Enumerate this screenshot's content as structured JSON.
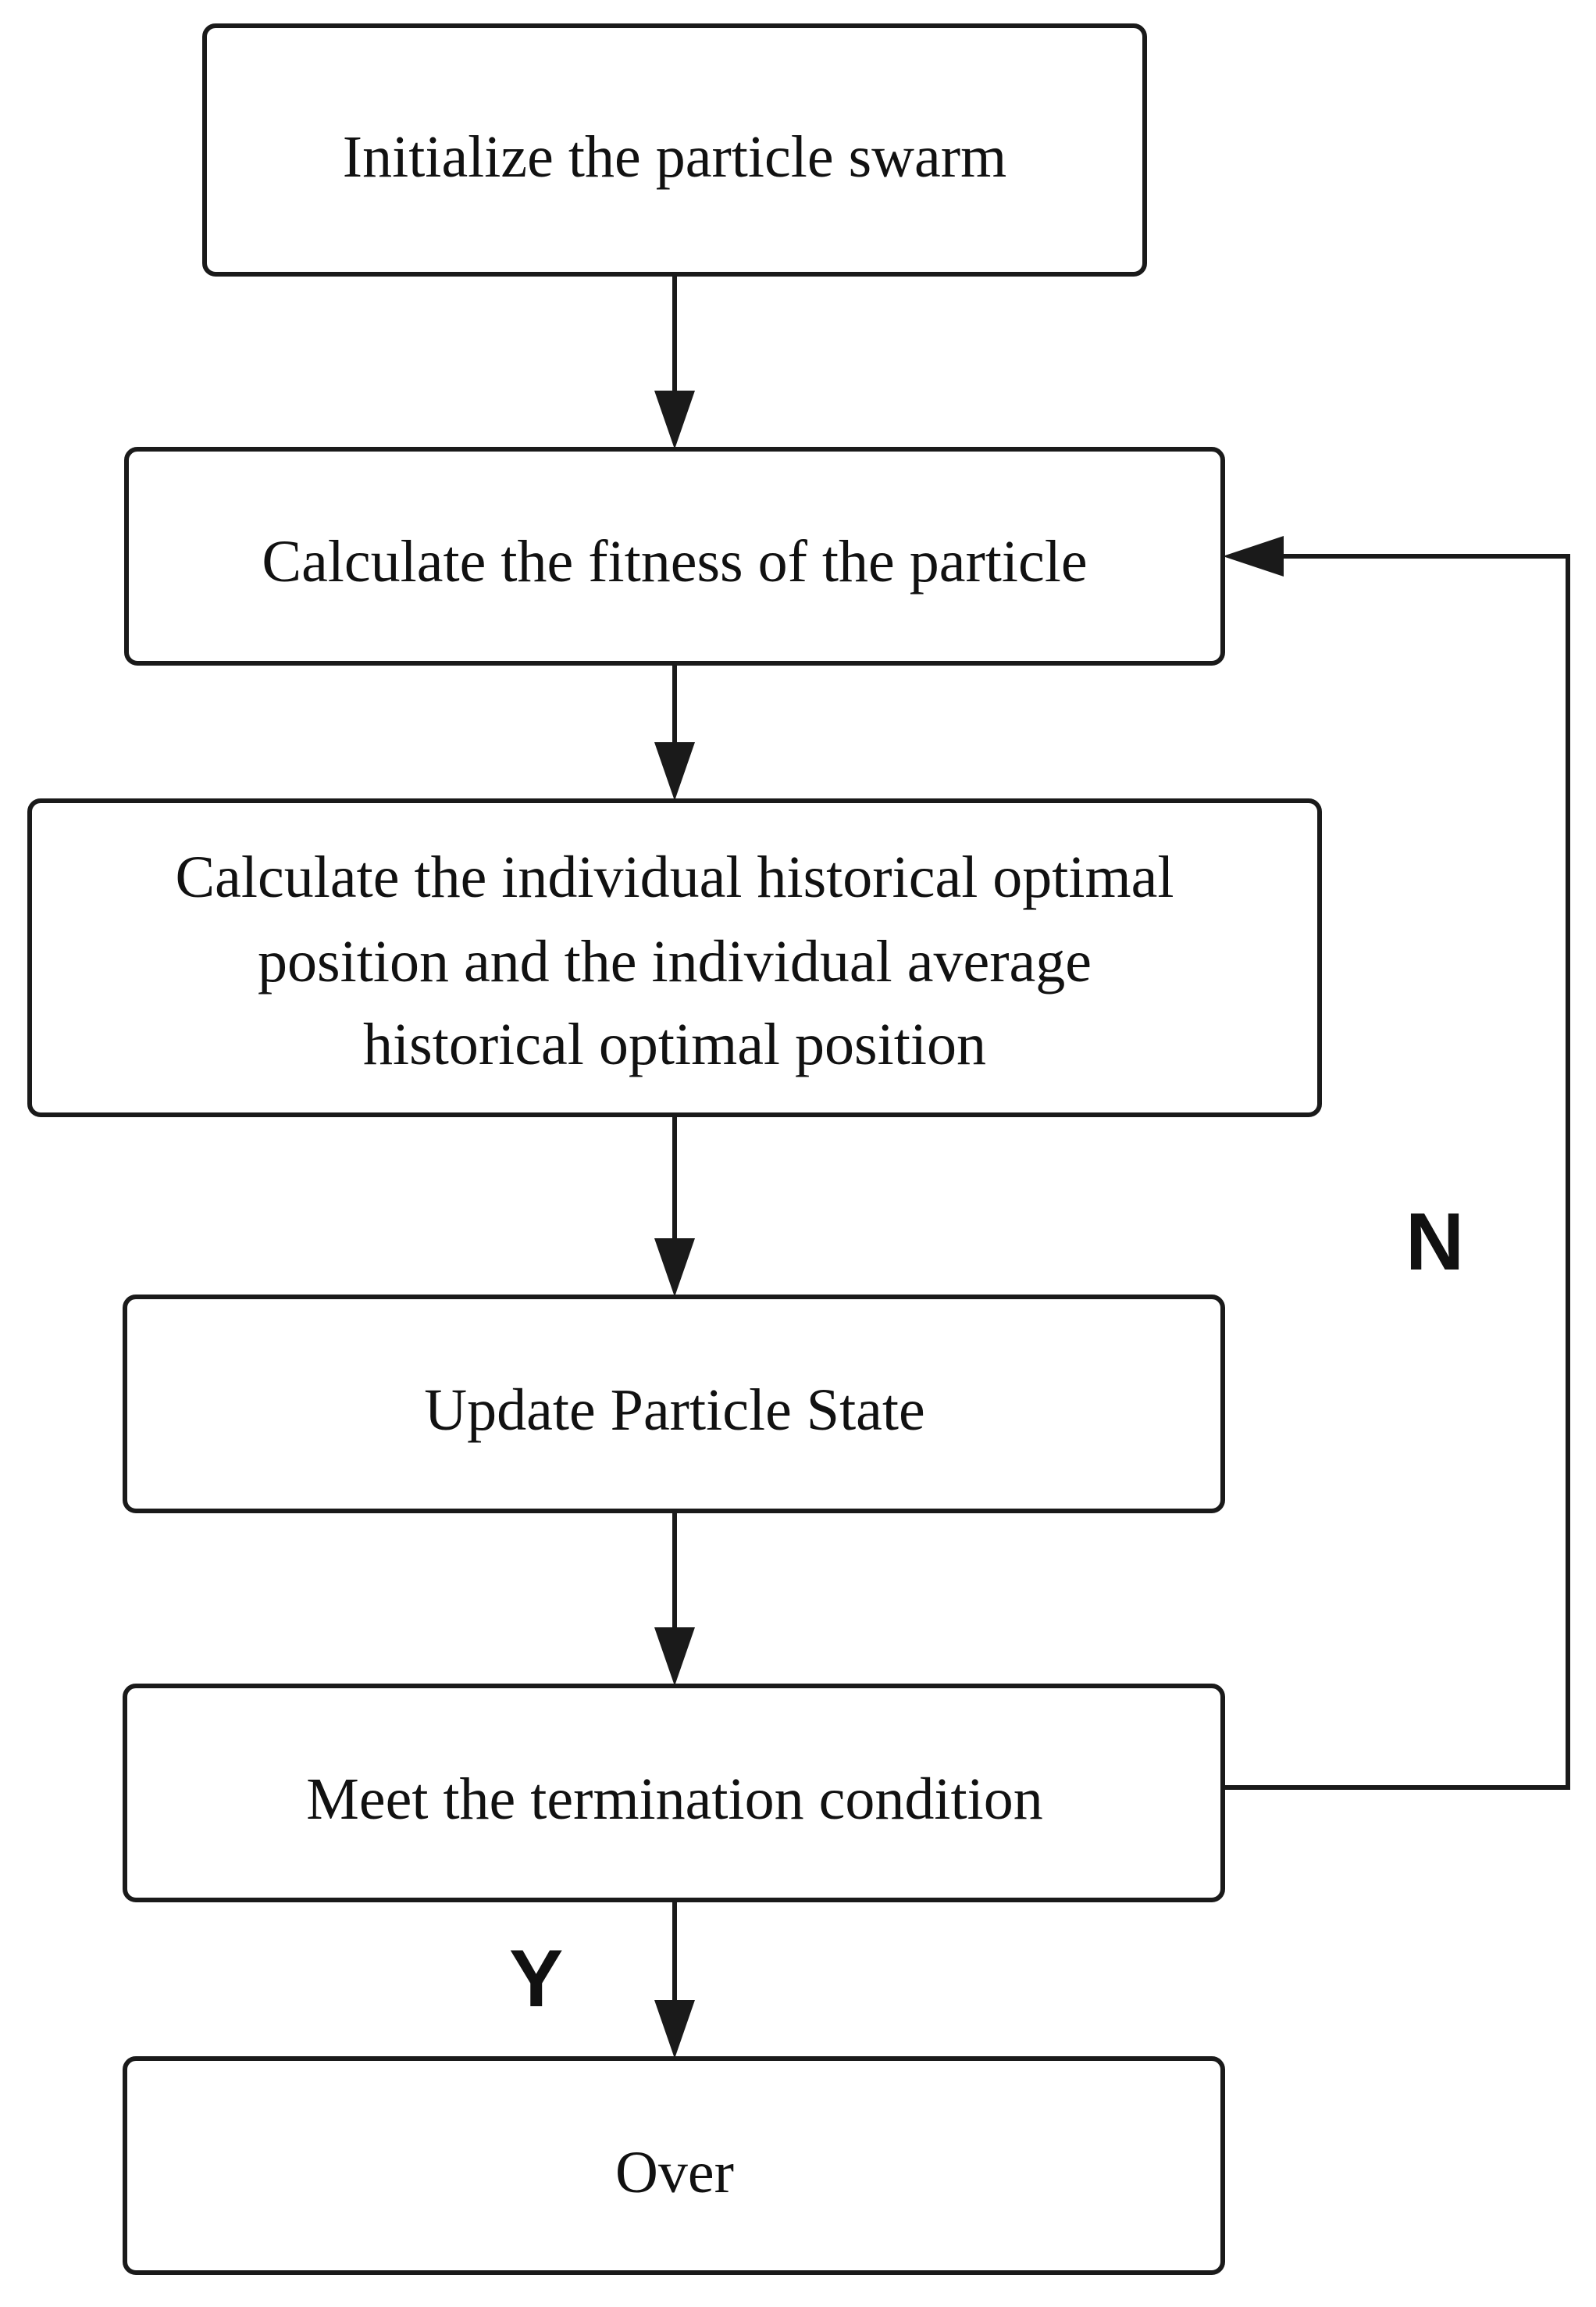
{
  "nodes": [
    {
      "id": "init",
      "lines": [
        "Initialize the particle swarm"
      ]
    },
    {
      "id": "fitness",
      "lines": [
        "Calculate the fitness of the particle"
      ]
    },
    {
      "id": "optimal",
      "lines": [
        "Calculate the individual historical optimal",
        "position and the individual average",
        "historical optimal position"
      ]
    },
    {
      "id": "update",
      "lines": [
        "Update Particle State"
      ]
    },
    {
      "id": "termination",
      "lines": [
        "Meet the termination condition"
      ]
    },
    {
      "id": "over",
      "lines": [
        "Over"
      ]
    }
  ],
  "edges": [
    {
      "from": "init",
      "to": "fitness",
      "label": ""
    },
    {
      "from": "fitness",
      "to": "optimal",
      "label": ""
    },
    {
      "from": "optimal",
      "to": "update",
      "label": ""
    },
    {
      "from": "update",
      "to": "termination",
      "label": ""
    },
    {
      "from": "termination",
      "to": "over",
      "label": "Y"
    },
    {
      "from": "termination",
      "to": "fitness",
      "label": "N"
    }
  ]
}
